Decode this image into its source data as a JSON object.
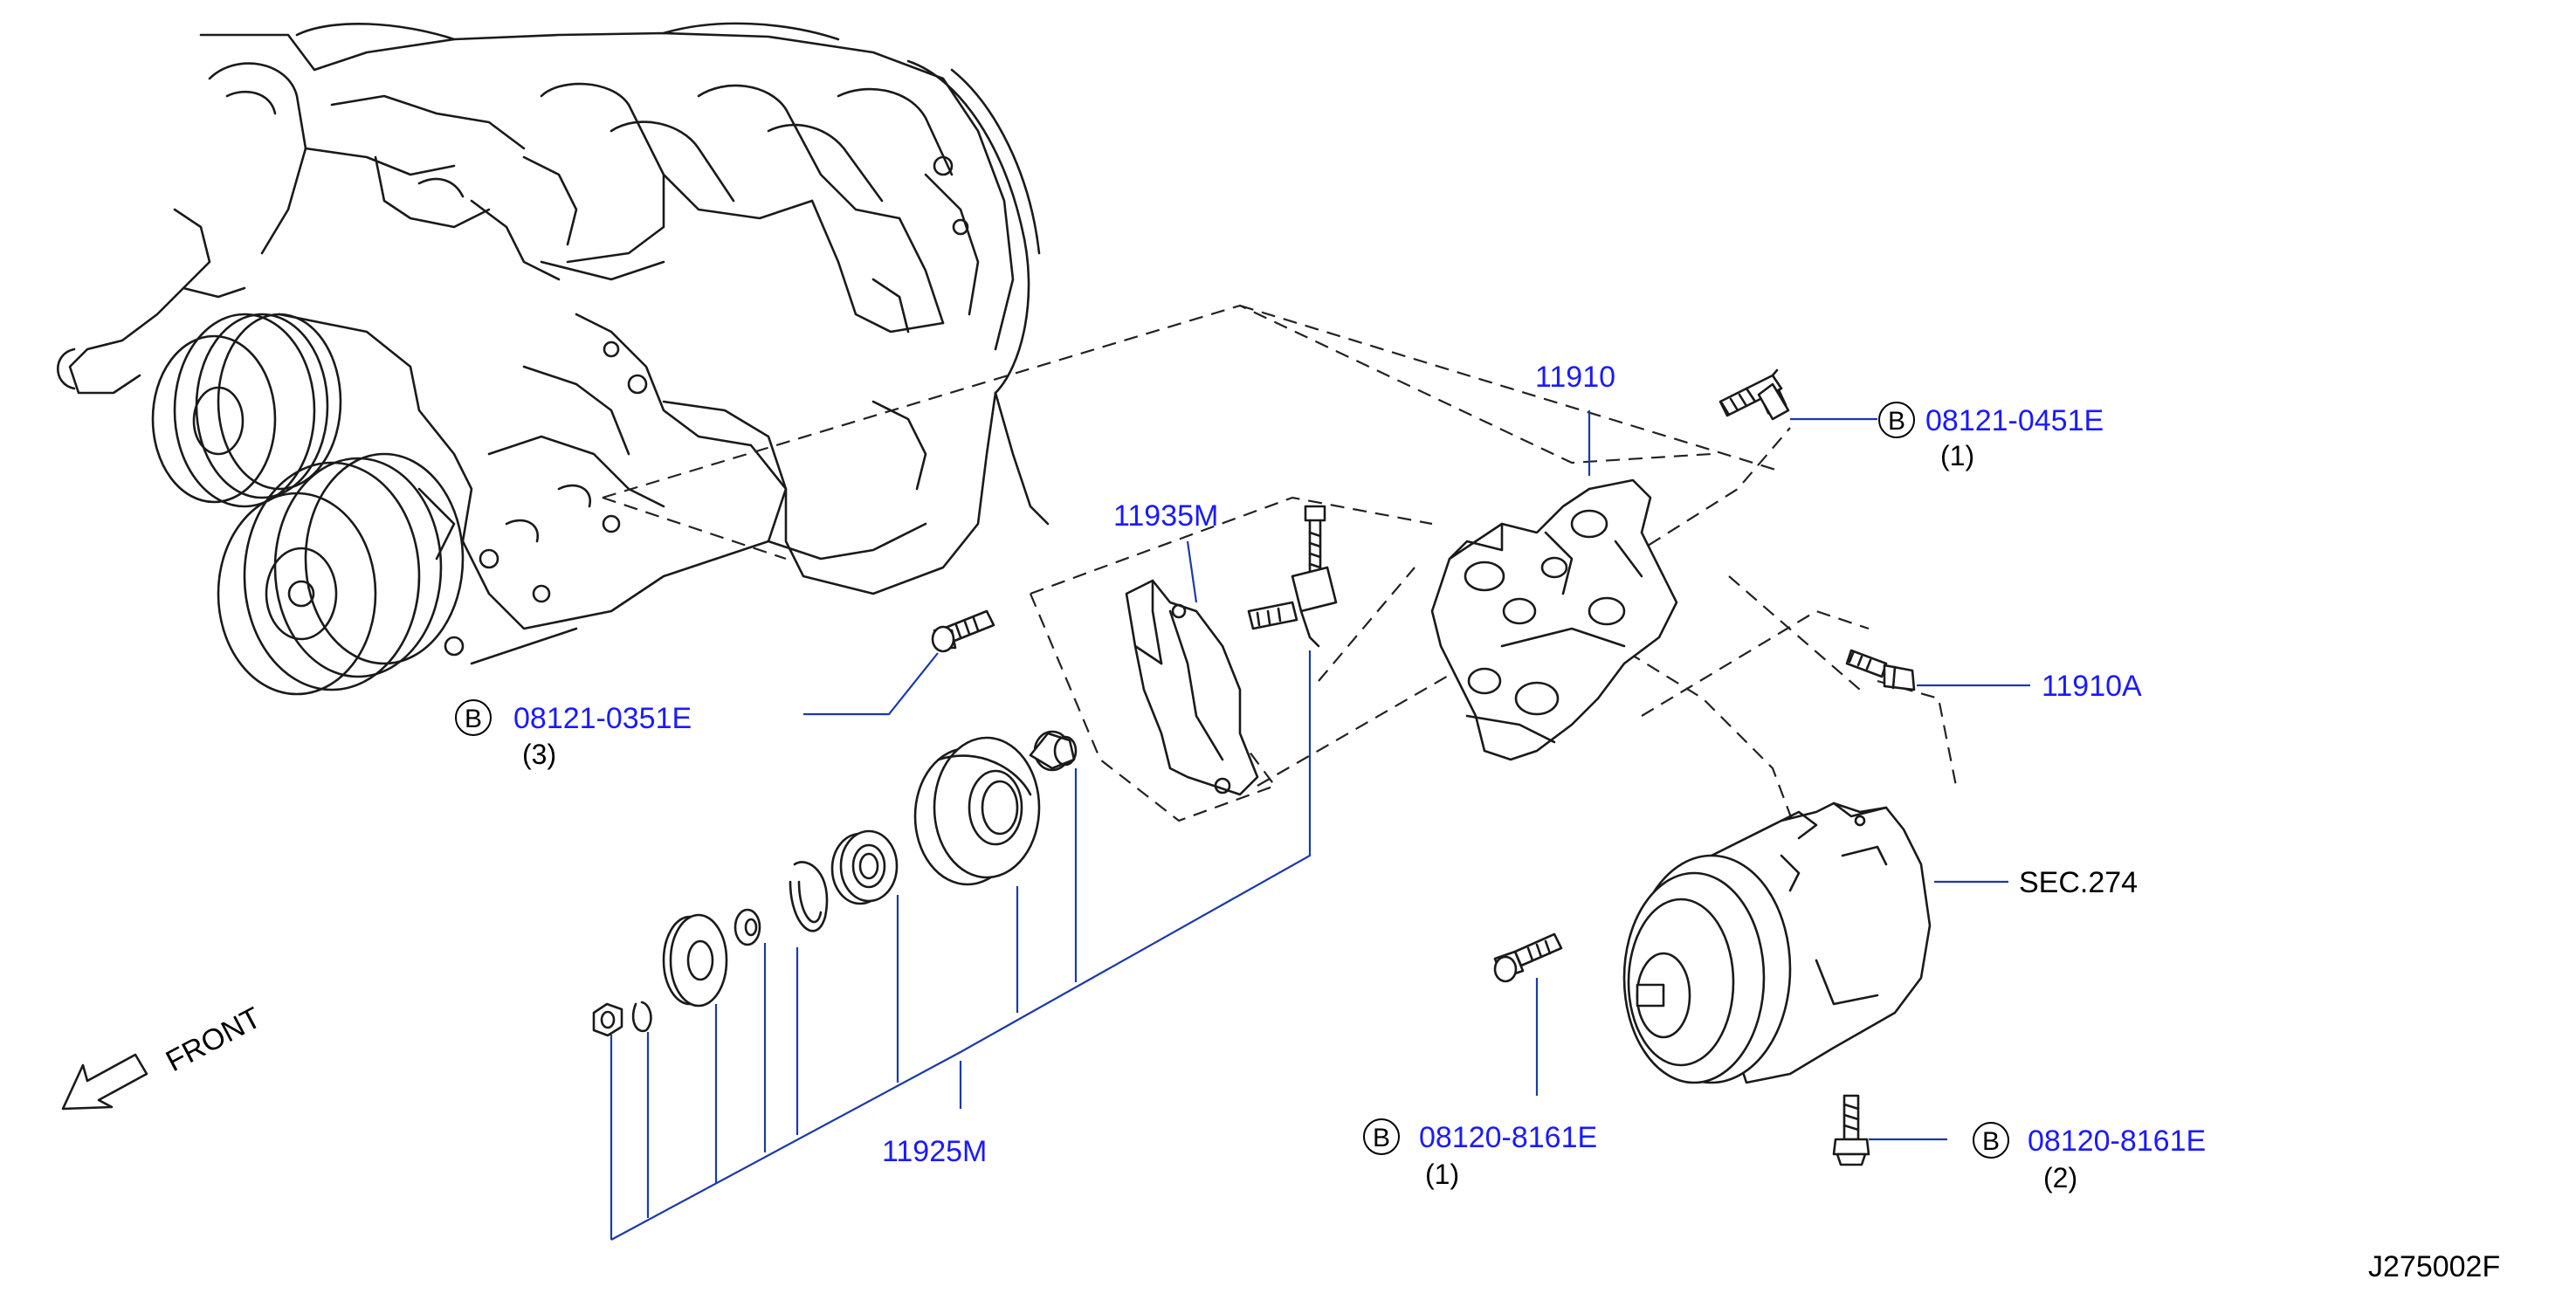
{
  "diagram": {
    "code": "J275002F",
    "front_label": "FRONT",
    "bolt_badge_letter": "B",
    "colors": {
      "link": "#1a1aff",
      "leader": "#1a3aa8",
      "line": "#1a1a1a"
    },
    "callouts": {
      "bracket": {
        "part": "11910"
      },
      "bracket_bolt": {
        "part": "08121-0451E",
        "qty": "(1)"
      },
      "bracket_sub": {
        "part": "11910A"
      },
      "idler_bracket": {
        "part": "11935M"
      },
      "idler_bolt": {
        "part": "08121-0351E",
        "qty": "(3)"
      },
      "compressor": {
        "ref": "SEC.274"
      },
      "comp_bolt_front": {
        "part": "08120-8161E",
        "qty": "(1)"
      },
      "comp_bolt_rear": {
        "part": "08120-8161E",
        "qty": "(2)"
      },
      "idler_pulley": {
        "part": "11925M"
      }
    }
  }
}
